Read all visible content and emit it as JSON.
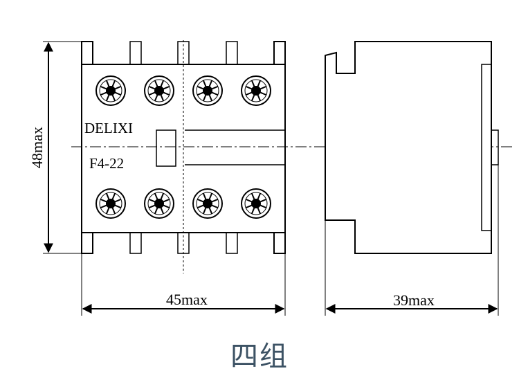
{
  "labels": {
    "brand": "DELIXI",
    "model": "F4-22",
    "height_dim": "48max",
    "width_dim": "45max",
    "depth_dim": "39max",
    "caption": "四组"
  },
  "colors": {
    "line": "#000000",
    "caption": "#3c5264"
  },
  "terminals": {
    "top_row": 4,
    "bottom_row": 4
  }
}
